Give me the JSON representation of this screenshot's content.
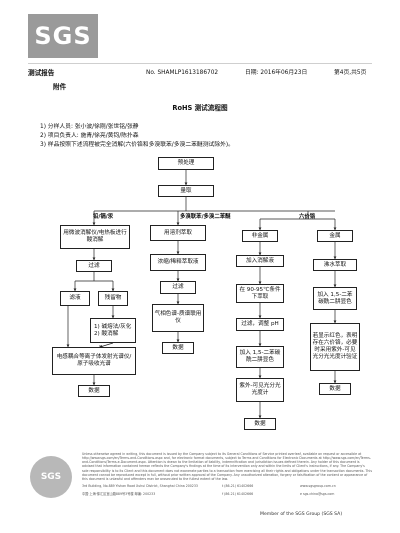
{
  "header": {
    "logo": "SGS",
    "report_title": "测试报告",
    "report_no": "No. SHAMLP1613186702",
    "date": "日期: 2016年06月23日",
    "page": "第4页,共5页",
    "attachment": "附件"
  },
  "flow_title": "RoHS 测试流程图",
  "notes": [
    "1) 分样人员: 张小波/徐刚/张世铭/张静",
    "2) 项目负责人: 施青/徐亮/黄钧/陈扑森",
    "3) 样品按照下述流程被完全消解(六价铬和多溴联苯/多溴二苯醚测试除外)。"
  ],
  "flow": {
    "pretreat": "预处理",
    "sampling": "量取",
    "branch_labels": [
      "铅/镉/汞",
      "多溴联苯/多溴二苯醚",
      "六价铬"
    ],
    "col1": [
      "用微波消解仪/电热板进行酸消解",
      "过滤",
      "滤液",
      "残留物",
      "1) 碱熔法/灰化\n2) 酸消解",
      "电感耦合等离子体发射光谱仪/原子吸收光谱",
      "数据"
    ],
    "col2": [
      "用溶剂萃取",
      "浓缩/稀释萃取液",
      "过滤",
      "气相色谱-质谱联用仪",
      "数据"
    ],
    "col3": [
      "非金属",
      "加入消解液",
      "在 90-95℃条件下萃取",
      "过滤，调整 pH",
      "加入 1,5-二苯碳酰二肼显色",
      "紫外-可见光分光光度计",
      "数据"
    ],
    "col4": [
      "金属",
      "沸水萃取",
      "加入 1,5-二苯碳酰二肼显色",
      "若显示红色，表明存在六价铬，必要时采用紫外-可见光分光光度计验证",
      "数据"
    ]
  },
  "footer": {
    "disclaimer": "Unless otherwise agreed in writing, this document is issued by the Company subject to its General Conditions of Service printed overleaf, available on request or accessible at http://www.sgs.com/en/Terms-and-Conditions.aspx and, for electronic format documents, subject to Terms and Conditions for Electronic Documents at http://www.sgs.com/en/Terms-and-Conditions/Terms-e-Document.aspx. Attention is drawn to the limitation of liability, indemnification and jurisdiction issues defined therein. Any holder of this document is advised that information contained hereon reflects the Company's findings at the time of its intervention only and within the limits of Client's instructions, if any. The Company's sole responsibility is to its Client and this document does not exonerate parties to a transaction from exercising all their rights and obligations under the transaction documents. This document cannot be reproduced except in full, without prior written approval of the Company. Any unauthorized alteration, forgery or falsification of the content or appearance of this document is unlawful and offenders may be prosecuted to the fullest extent of the law.",
    "address_en": "3rd Building, No.889 Yishan Road Xuhui District, Shanghai China 200233",
    "address_cn": "中国·上海·徐汇区宜山路889号3号楼 邮编: 200233",
    "tel": "t (86-21) 61402666",
    "fax": "f (86-21) 61402666",
    "web": "www.sgsgroup.com.cn",
    "email": "e sgs.china@sgs.com",
    "seal_text": "SGS",
    "member": "Member of the SGS Group (SGS SA)"
  }
}
